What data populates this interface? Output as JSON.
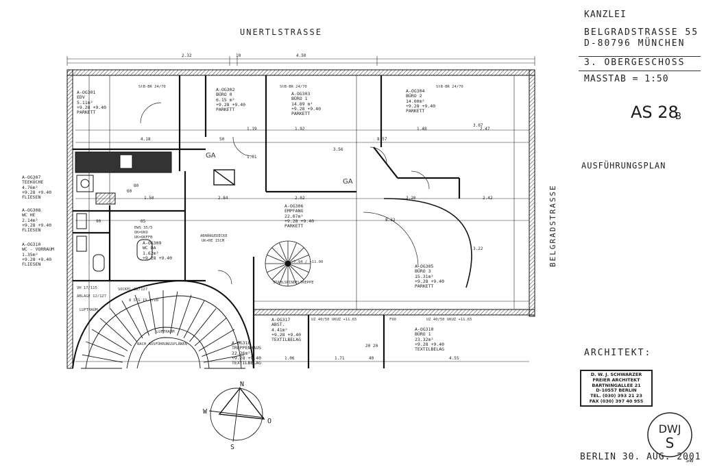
{
  "header": {
    "kanzlei": "KANZLEI",
    "address_line1": "BELGRADSTRASSE 55",
    "address_line2": "D-80796  MÜNCHEN",
    "floor": "3. OBERGESCHOSS",
    "scale": "MASSTAB = 1:50",
    "plan_code": "AS 28",
    "plan_code_suffix": "B",
    "plan_type": "AUSFÜHRUNGSPLAN"
  },
  "streets": {
    "top": "UNERTLSTRASSE",
    "right": "BELGRADSTRASSE"
  },
  "architect": {
    "label": "ARCHITEKT:",
    "stamp_lines": [
      "D. W. J. SCHWARZER",
      "FREIER ARCHITEKT",
      "BARTNINGALLEE 21",
      "D-10557 BERLIN",
      "TEL. (030) 393 21 23",
      "FAX (030) 397 40 955"
    ],
    "logo_top": "DWJ",
    "logo_bottom": "S",
    "date": "BERLIN 30. AUG. 2001",
    "signature": "Sw"
  },
  "compass": {
    "n": "N",
    "w": "W",
    "o": "O",
    "s": "S"
  },
  "rooms": [
    {
      "id": "A-OG301",
      "name": "EDV",
      "area": "5.11m²",
      "levels": "+9.28  +9.40",
      "floor": "PARKETT"
    },
    {
      "id": "A-OG302",
      "name": "BÜRO 0",
      "area": "6.15 m²",
      "levels": "+9.28  +9.40",
      "floor": "PARKETT"
    },
    {
      "id": "A-OG303",
      "name": "BÜRO 1",
      "area": "14.89 m²",
      "levels": "+9.28  +9.40",
      "floor": "PARKETT"
    },
    {
      "id": "A-OG304",
      "name": "BÜRO 2",
      "area": "14.00m²",
      "levels": "+9.28  +9.40",
      "floor": "PARKETT"
    },
    {
      "id": "A-OG307",
      "name": "TEEKÜCHE",
      "area": "4.76m²",
      "levels": "+9.28  +9.40",
      "floor": "FLIESEN"
    },
    {
      "id": "A-OG308",
      "name": "WC HE",
      "area": "2.14m²",
      "levels": "+9.28  +9.40",
      "floor": "FLIESEN"
    },
    {
      "id": "A-OG310",
      "name": "WC - VORRAUM",
      "area": "1.35m²",
      "levels": "+9.28  +9.40",
      "floor": "FLIESEN"
    },
    {
      "id": "A-OG306",
      "name": "EMPFANG",
      "area": "22.07m²",
      "levels": "+9.28  +9.40",
      "floor": "PARKETT"
    },
    {
      "id": "A-OG309",
      "name": "WC DA",
      "area": "1.62m²",
      "levels": "+9.28  +9.40",
      "floor": ""
    },
    {
      "id": "A-OG305",
      "name": "BÜRO 3",
      "area": "15.31m²",
      "levels": "+9.28  +9.40",
      "floor": "PARKETT"
    },
    {
      "id": "A-OG317",
      "name": "ABST.",
      "area": "4.41m²",
      "levels": "+9.28  +9.40",
      "floor": "TEXTILBELAG"
    },
    {
      "id": "A-OG318",
      "name": "TREPPENHAUS",
      "area": "22.26m²",
      "levels": "+9.28  +9.40",
      "floor": "TEXTILBELAG"
    },
    {
      "id": "A-OG310",
      "name": "BÜRO 1",
      "area": "23.32m²",
      "levels": "+9.28  +9.40",
      "floor": "TEXTILBELAG"
    }
  ],
  "labels": {
    "ga1": "GA",
    "ga2": "GA",
    "stair": "STAHLSPINDELTREPPE",
    "stair_levels": "+7.94 / +11.00",
    "luftraum1": "LUFTRAUM",
    "luftraum2": "LUFTRAUM",
    "haengedecke": "ABHÄNGEDECKE",
    "haengedecke2": "UK+HE 15CM",
    "ablage": "ABLAGE 12/127",
    "sockel": "SOCKEL 12/127",
    "stgl": "8 STG 19.4/28",
    "uz1": "UZ 40/50",
    "ukuz1": "UKUZ +11.65",
    "uz2": "UZ 40/50",
    "ukuz2": "UKUZ +11.65",
    "f90": "F90",
    "stb_br": "StB-BR 24/70",
    "ews": "EWS 35/5",
    "ok": "OK=UKO",
    "ux": "UK=OKFFB",
    "vh_teil": "VH 17/115",
    "nach": "NACH AUSFÜHRUNGSPLÄNEN"
  },
  "dimensions": {
    "top1": "2.32",
    "top2": "10",
    "top3": "4.50",
    "d418": "4.18",
    "d150": "1.50",
    "d284": "2.84",
    "d202": "2.02",
    "d192": "1.92",
    "d148": "1.48",
    "d247": "2.47",
    "d119": "1.19",
    "d101": "1.01",
    "d220": "2.20",
    "d242": "2.42",
    "d832": "8.32",
    "d857": "8.57",
    "d106": "1.06",
    "d171": "1.71",
    "d455": "4.55",
    "d322": "3.22",
    "d307": "3.07",
    "d356": "3.56",
    "d2020": "20 20",
    "d40": "40",
    "d60": "60",
    "d80": "80",
    "d90": "90",
    "d65": "65",
    "d50": "50"
  }
}
